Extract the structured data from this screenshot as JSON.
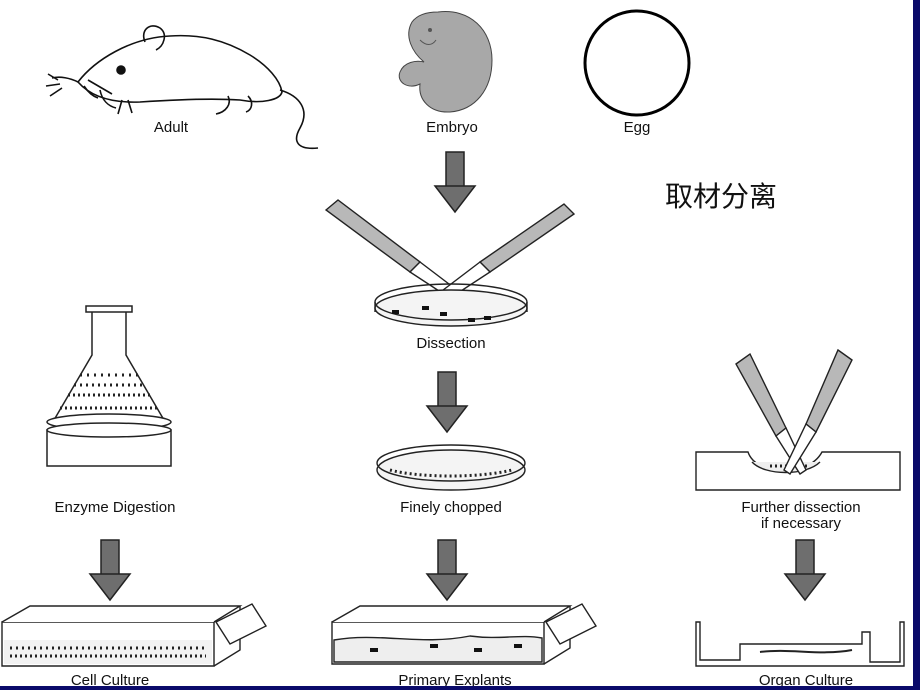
{
  "title": "取材分离",
  "sources": {
    "adult": "Adult",
    "embryo": "Embryo",
    "egg": "Egg"
  },
  "steps": {
    "dissection": "Dissection",
    "finely_chopped": "Finely chopped",
    "enzyme_digestion": "Enzyme Digestion",
    "further_dissection_line1": "Further dissection",
    "further_dissection_line2": "if necessary"
  },
  "cultures": {
    "cell_culture": "Cell Culture",
    "primary_explants": "Primary Explants",
    "organ_culture": "Organ Culture"
  },
  "colors": {
    "arrow_gray": "#6e6e6e",
    "frame_blue": "#0a0a6a",
    "embryo_gray": "#a8a8a8"
  }
}
